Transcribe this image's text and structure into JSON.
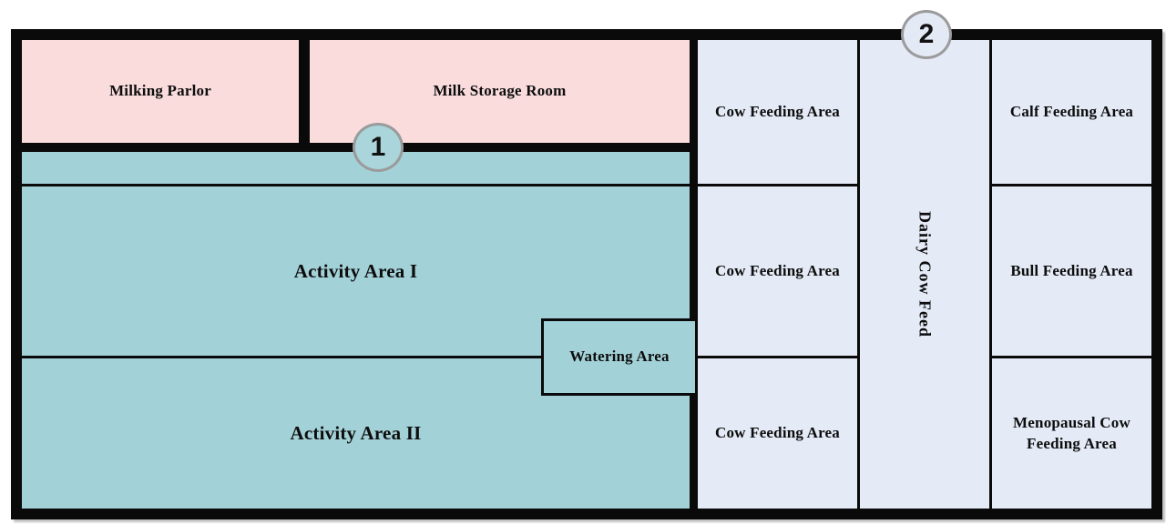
{
  "palette": {
    "pink": "#fadcdd",
    "teal": "#a3d1d8",
    "blue": "#e4eaf6",
    "line": "#0a0a0a",
    "marker1_fill": "#a9d5db",
    "marker2_fill": "#e3eaf6",
    "marker_border": "#9b9b9b"
  },
  "zones": {
    "milking_parlor": "Milking Parlor",
    "milk_storage_room": "Milk Storage Room",
    "activity_area_1": "Activity Area I",
    "activity_area_2": "Activity Area II",
    "watering_area": "Watering Area",
    "cow_feeding_1": "Cow Feeding Area",
    "cow_feeding_2": "Cow Feeding Area",
    "cow_feeding_3": "Cow Feeding Area",
    "dairy_cow_feed": "Dairy Cow Feed",
    "calf_feeding": "Calf Feeding Area",
    "bull_feeding": "Bull Feeding Area",
    "menopausal_cow_feeding": "Menopausal Cow Feeding Area"
  },
  "markers": {
    "marker_1": "1",
    "marker_2": "2"
  }
}
